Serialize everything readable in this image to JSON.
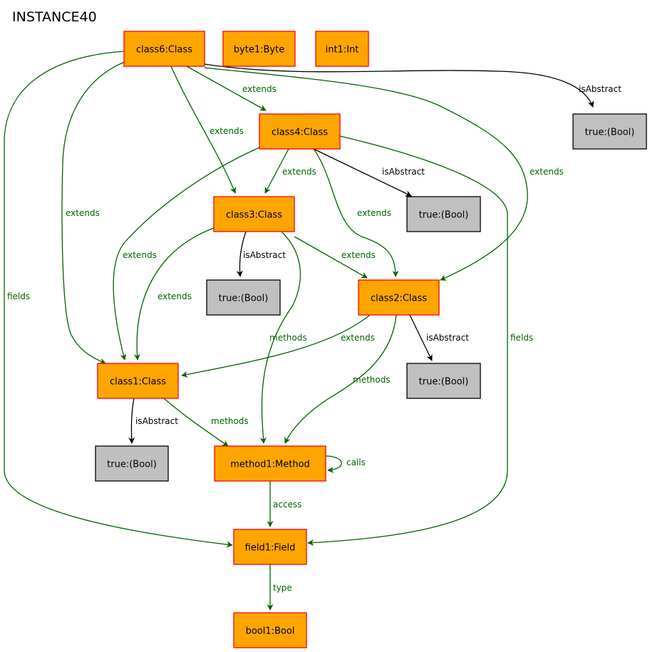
{
  "title": "INSTANCE40",
  "colors": {
    "object_fill": "#ffa500",
    "object_stroke": "#ff0000",
    "bool_fill": "#c0c0c0",
    "bool_stroke": "#000000",
    "green_edge": "#006400",
    "black_edge": "#000000"
  },
  "nodes": [
    {
      "id": "class6",
      "label": "class6:Class",
      "kind": "object"
    },
    {
      "id": "byte1",
      "label": "byte1:Byte",
      "kind": "object"
    },
    {
      "id": "int1",
      "label": "int1:Int",
      "kind": "object"
    },
    {
      "id": "bool6",
      "label": "true:(Bool)",
      "kind": "bool"
    },
    {
      "id": "class4",
      "label": "class4:Class",
      "kind": "object"
    },
    {
      "id": "bool4",
      "label": "true:(Bool)",
      "kind": "bool"
    },
    {
      "id": "class3",
      "label": "class3:Class",
      "kind": "object"
    },
    {
      "id": "bool3",
      "label": "true:(Bool)",
      "kind": "bool"
    },
    {
      "id": "class2",
      "label": "class2:Class",
      "kind": "object"
    },
    {
      "id": "bool2",
      "label": "true:(Bool)",
      "kind": "bool"
    },
    {
      "id": "class1",
      "label": "class1:Class",
      "kind": "object"
    },
    {
      "id": "bool1c",
      "label": "true:(Bool)",
      "kind": "bool"
    },
    {
      "id": "method1",
      "label": "method1:Method",
      "kind": "object"
    },
    {
      "id": "field1",
      "label": "field1:Field",
      "kind": "object"
    },
    {
      "id": "bool1",
      "label": "bool1:Bool",
      "kind": "object"
    }
  ],
  "edges": [
    {
      "id": "e-c6-bool6",
      "from": "class6",
      "to": "bool6",
      "label": "isAbstract",
      "kind": "black"
    },
    {
      "id": "e-c6-c4",
      "from": "class6",
      "to": "class4",
      "label": "extends",
      "kind": "green"
    },
    {
      "id": "e-c6-c3",
      "from": "class6",
      "to": "class3",
      "label": "extends",
      "kind": "green"
    },
    {
      "id": "e-c6-c2",
      "from": "class6",
      "to": "class2",
      "label": "extends",
      "kind": "green"
    },
    {
      "id": "e-c6-c1",
      "from": "class6",
      "to": "class1",
      "label": "extends",
      "kind": "green"
    },
    {
      "id": "e-c6-f1",
      "from": "class6",
      "to": "field1",
      "label": "fields",
      "kind": "green"
    },
    {
      "id": "e-c4-bool4",
      "from": "class4",
      "to": "bool4",
      "label": "isAbstract",
      "kind": "black"
    },
    {
      "id": "e-c4-c3",
      "from": "class4",
      "to": "class3",
      "label": "extends",
      "kind": "green"
    },
    {
      "id": "e-c4-c2",
      "from": "class4",
      "to": "class2",
      "label": "extends",
      "kind": "green"
    },
    {
      "id": "e-c4-c1",
      "from": "class4",
      "to": "class1",
      "label": "extends",
      "kind": "green"
    },
    {
      "id": "e-c4-f1",
      "from": "class4",
      "to": "field1",
      "label": "fields",
      "kind": "green"
    },
    {
      "id": "e-c3-bool3",
      "from": "class3",
      "to": "bool3",
      "label": "isAbstract",
      "kind": "black"
    },
    {
      "id": "e-c3-c2",
      "from": "class3",
      "to": "class2",
      "label": "extends",
      "kind": "green"
    },
    {
      "id": "e-c3-c1",
      "from": "class3",
      "to": "class1",
      "label": "extends",
      "kind": "green"
    },
    {
      "id": "e-c3-m1",
      "from": "class3",
      "to": "method1",
      "label": "methods",
      "kind": "green"
    },
    {
      "id": "e-c2-bool2",
      "from": "class2",
      "to": "bool2",
      "label": "isAbstract",
      "kind": "black"
    },
    {
      "id": "e-c2-c1",
      "from": "class2",
      "to": "class1",
      "label": "extends",
      "kind": "green"
    },
    {
      "id": "e-c2-m1",
      "from": "class2",
      "to": "method1",
      "label": "methods",
      "kind": "green"
    },
    {
      "id": "e-c1-bool1c",
      "from": "class1",
      "to": "bool1c",
      "label": "isAbstract",
      "kind": "black"
    },
    {
      "id": "e-c1-m1",
      "from": "class1",
      "to": "method1",
      "label": "methods",
      "kind": "green"
    },
    {
      "id": "e-m1-m1",
      "from": "method1",
      "to": "method1",
      "label": "calls",
      "kind": "green"
    },
    {
      "id": "e-m1-f1",
      "from": "method1",
      "to": "field1",
      "label": "access",
      "kind": "green"
    },
    {
      "id": "e-f1-bool1",
      "from": "field1",
      "to": "bool1",
      "label": "type",
      "kind": "green"
    }
  ]
}
